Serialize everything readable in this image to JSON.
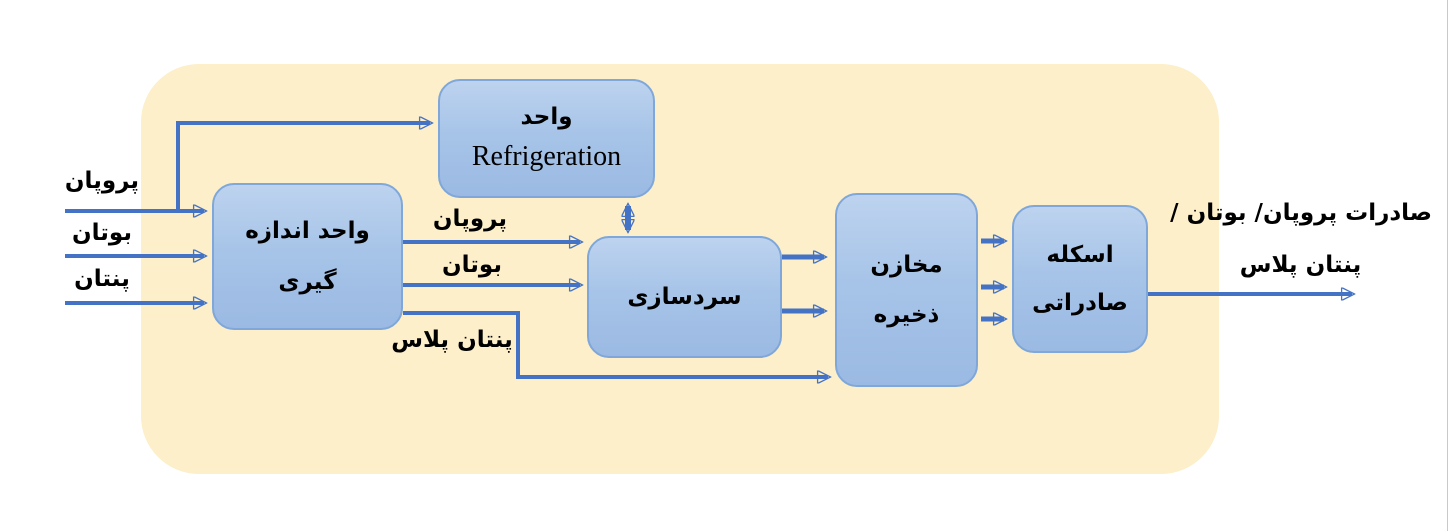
{
  "diagram": {
    "inputs": [
      {
        "label": "پروپان"
      },
      {
        "label": "بوتان"
      },
      {
        "label": "پنتان"
      }
    ],
    "boxes": {
      "measurement": {
        "line1": "واحد اندازه",
        "line2": "گیری"
      },
      "refrigeration": {
        "line1": "واحد",
        "line2": "Refrigeration"
      },
      "cooling": {
        "line1": "سردسازی"
      },
      "storage": {
        "line1": "مخازن",
        "line2": "ذخیره"
      },
      "jetty": {
        "line1": "اسکله",
        "line2": "صادراتی"
      }
    },
    "stream_labels": {
      "propane": "پروپان",
      "butane": "بوتان",
      "pentane_plus": "پنتان پلاس"
    },
    "output": {
      "line1": "صادرات پروپان/ بوتان /",
      "line2": "پنتان پلاس"
    }
  },
  "colors": {
    "panel_bg": "#FCEFC9",
    "box_fill_top": "#BDD3EF",
    "box_fill_bottom": "#9BBAE3",
    "box_border": "#7FA7D9",
    "arrow": "#4472C4",
    "text": "#000000"
  }
}
